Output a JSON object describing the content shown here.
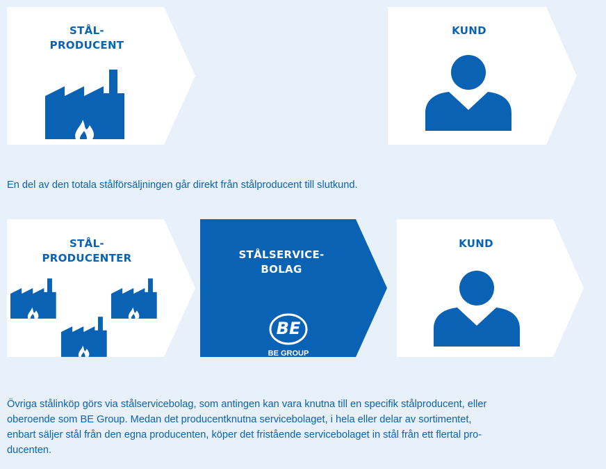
{
  "colors": {
    "background": "#e8f0f9",
    "brand_blue": "#0a62b5",
    "panel_white": "#ffffff"
  },
  "row1": {
    "producer": {
      "line1": "STÅL-",
      "line2": "PRODUCENT",
      "icon": "factory-icon"
    },
    "customer": {
      "label": "KUND",
      "icon": "person-icon"
    },
    "caption": "En del av den totala stålförsäljningen går direkt från stålproducent till slutkund."
  },
  "row2": {
    "producers": {
      "line1": "STÅL-",
      "line2": "PRODUCENTER",
      "icon": "factory-icon"
    },
    "service": {
      "line1": "STÅLSERVICE-",
      "line2": "BOLAG",
      "logo_text": "BE",
      "logo_caption": "BE GROUP"
    },
    "customer": {
      "label": "KUND",
      "icon": "person-icon"
    },
    "caption_lines": [
      "Övriga stålinköp görs via stålservicebolag, som antingen kan vara knutna till en specifik stålproducent, eller",
      "oberoende som BE Group. Medan det producentknutna servicebolaget, i hela eller delar av sortimentet,",
      "enbart säljer stål från den egna producenten, köper det fristående servicebolaget in stål från ett flertal pro-",
      "ducenten."
    ]
  }
}
